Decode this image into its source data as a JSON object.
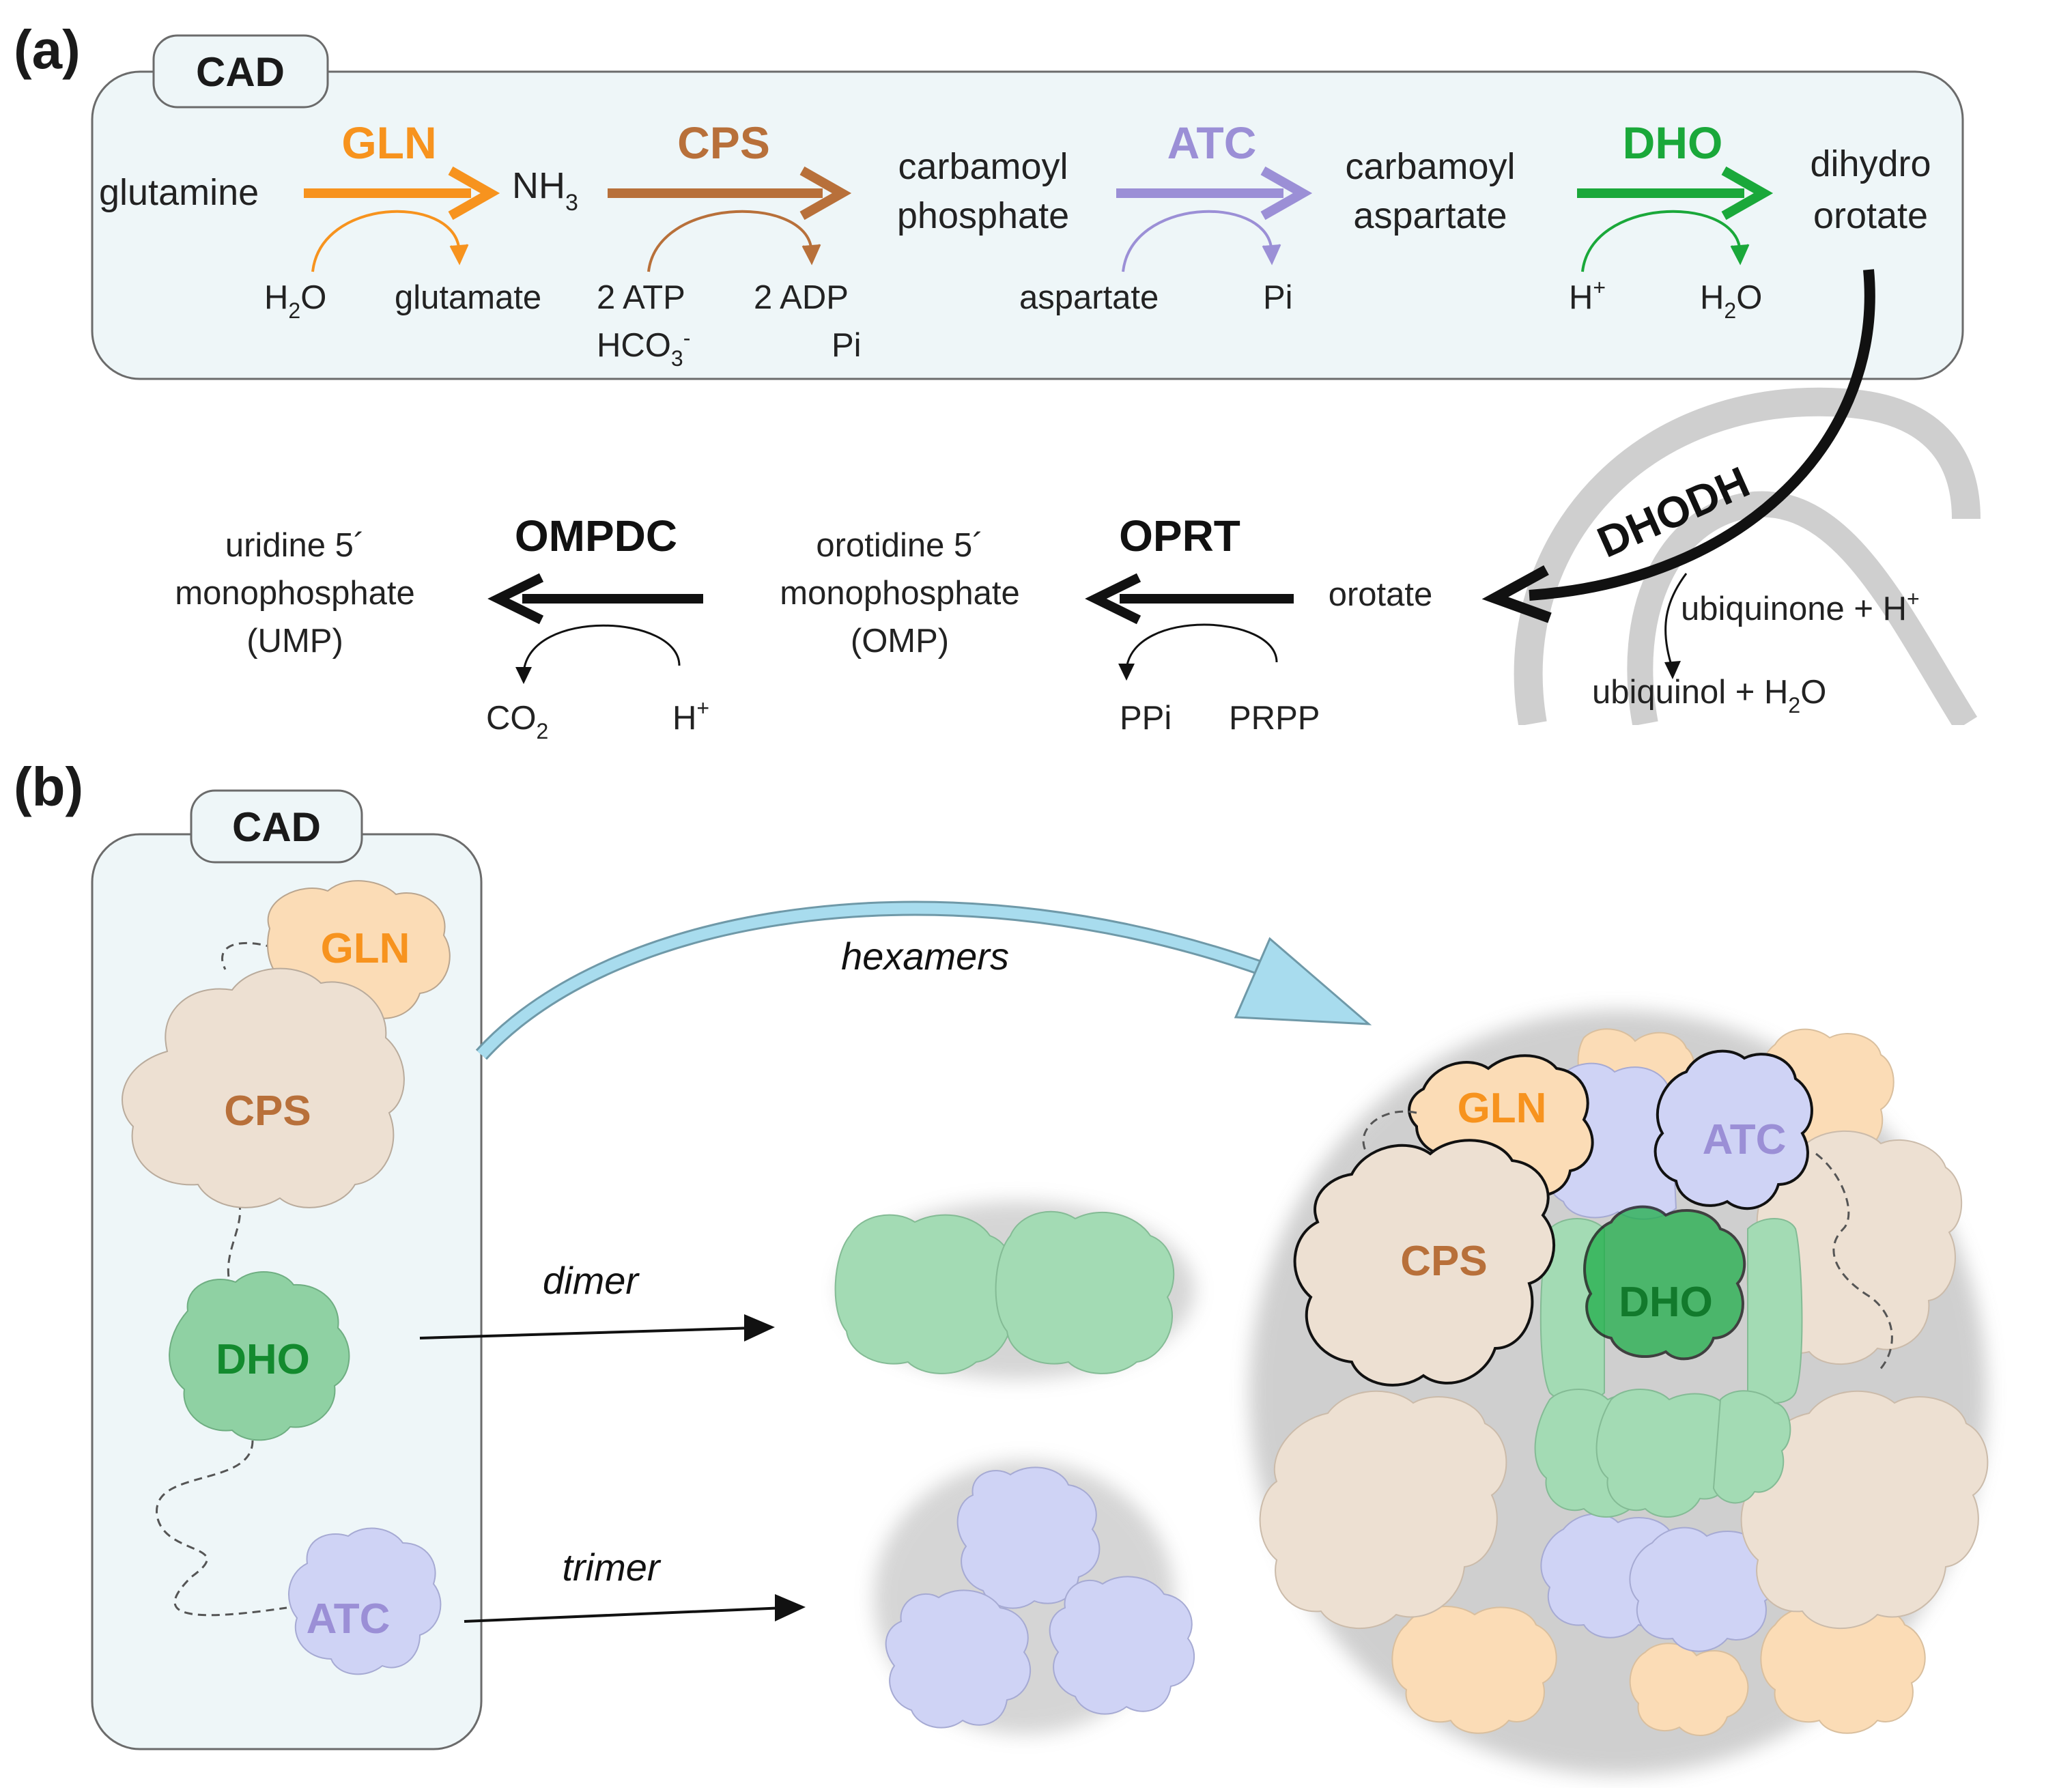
{
  "panel_a": {
    "label": "(a)",
    "badge": "CAD",
    "glutamine": "glutamine",
    "gln": "GLN",
    "nh3": "NH",
    "nh3_sub": "3",
    "cps": "CPS",
    "carbamoyl_phosphate": [
      "carbamoyl",
      "phosphate"
    ],
    "atc": "ATC",
    "carbamoyl_aspartate": [
      "carbamoyl",
      "aspartate"
    ],
    "dho": "DHO",
    "dihydroorotate": [
      "dihydro",
      "orotate"
    ],
    "h2o_in": "H",
    "h2o_in_sub": "2",
    "h2o_in_tail": "O",
    "glutamate": "glutamate",
    "atp": "2 ATP",
    "hco3": "HCO",
    "hco3_sub": "3",
    "hco3_sup": "-",
    "adp": "2 ADP",
    "pi_cps": "Pi",
    "aspartate": "aspartate",
    "pi_atc": "Pi",
    "h_plus": "H",
    "h_plus_sup": "+",
    "h2o_out": "H",
    "h2o_out_sub": "2",
    "h2o_out_tail": "O",
    "dhodh": "DHODH",
    "ubiquinone": "ubiquinone + H",
    "ubiquinone_sup": "+",
    "ubiquinol": "ubiquinol + H",
    "ubiquinol_sub": "2",
    "ubiquinol_tail": "O",
    "orotate": "orotate",
    "oprt": "OPRT",
    "omp": [
      "orotidine 5´",
      "monophosphate",
      "(OMP)"
    ],
    "ppi": "PPi",
    "prpp": "PRPP",
    "ompdc": "OMPDC",
    "ump": [
      "uridine 5´",
      "monophosphate",
      "(UMP)"
    ],
    "co2": "CO",
    "co2_sub": "2",
    "h_plus2": "H",
    "h_plus2_sup": "+"
  },
  "panel_b": {
    "label": "(b)",
    "badge": "CAD",
    "gln": "GLN",
    "cps": "CPS",
    "dho": "DHO",
    "atc": "ATC",
    "hexamers": "hexamers",
    "dimer": "dimer",
    "trimer": "trimer",
    "hex_gln": "GLN",
    "hex_atc": "ATC",
    "hex_cps": "CPS",
    "hex_dho": "DHO"
  },
  "colors": {
    "gln": "#f7931e",
    "cps": "#b8703a",
    "atc": "#9b8fd6",
    "dho": "#1aa83a",
    "box_fill": "#eef6f8",
    "box_stroke": "#6b6b6b",
    "gln_domain": "#fbdcb6",
    "cps_domain": "#ede0d2",
    "dho_domain": "#8fd1a3",
    "atc_domain": "#cfd3f5",
    "hexamer_arrow": "#a8dcee",
    "mito": "#cfcfcf"
  }
}
